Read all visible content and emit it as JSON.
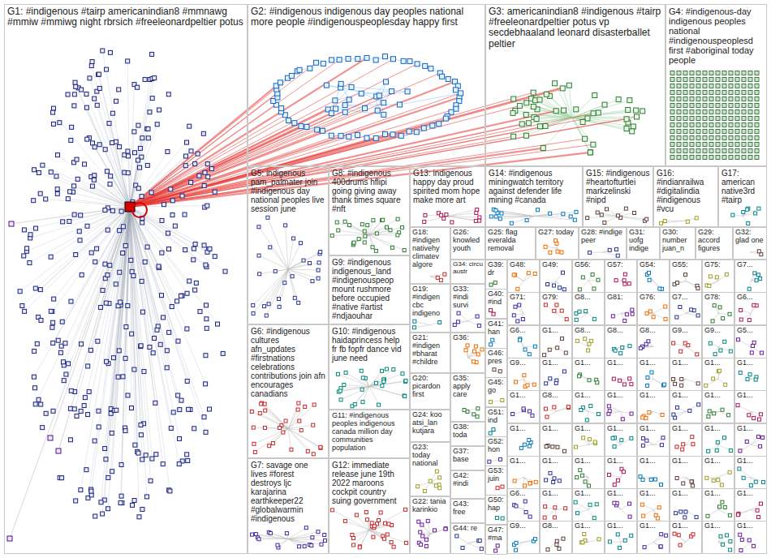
{
  "diagram": {
    "nodes": [
      {
        "text": [
          "G1: #indigenous #tairp americanindian8 #mmnawg #mmiw #mmiwg night rbrsich #freeleonardpeltier potus"
        ]
      },
      {
        "text": [
          "G2: #indigenous indigenous day peoples national more people #indigenouspeoplesday happy first"
        ]
      },
      {
        "text": [
          "G3: americanindian8 #indigenous #tairp #freeleonardpeltier potus vp secdebhaaland leonard disasterballet peltier"
        ]
      },
      {
        "text": [
          "G4: #indigenous-day indigenous peoples national #indigenouspeoplesd first #aboriginal today people"
        ]
      },
      {
        "text": [
          "G5: indigenous pam_palmater join #indigenous day national peoples live session june"
        ]
      },
      {
        "text": [
          "G8: #indigenous 400drums hflipi going giving away thank times square #nft"
        ]
      },
      {
        "text": [
          "G13: indigenous happy day proud spirited mom hope make more art"
        ]
      },
      {
        "text": [
          "G14: #indigenous miningwatch territory against defender life mining #canada"
        ]
      },
      {
        "text": [
          "G15: #indigenous #heartofturtlei markzelinski #nipd"
        ]
      },
      {
        "text": [
          "G16: #indianrailwa #digitalindia #indigenous #vcu"
        ]
      },
      {
        "text": [
          "G17: american native3rd #tairp"
        ]
      },
      {
        "text": [
          "G9: #indigenous indigenous_land #indigenouspeop mount rushmore before occupied #native #artist #ndjaouhar"
        ]
      },
      {
        "text": [
          "G18: #indigen nativehy climatev algore"
        ]
      },
      {
        "text": [
          "G26: knowled youth"
        ]
      },
      {
        "text": [
          "G25: flag everalda removal"
        ]
      },
      {
        "text": [
          "G27: today"
        ]
      },
      {
        "text": [
          "G28: #indige peer"
        ]
      },
      {
        "text": [
          "G31: uofg indige"
        ]
      },
      {
        "text": [
          "G30: number juan_n"
        ]
      },
      {
        "text": [
          "G29: accord figures"
        ]
      },
      {
        "text": [
          "G32: glad one"
        ]
      },
      {
        "text": [
          "G34: circu austr"
        ]
      },
      {
        "text": [
          "G19: #indigen cbc indigeno"
        ]
      },
      {
        "text": [
          "G33: #indi survi"
        ]
      },
      {
        "text": [
          "G6: #indigenous cultures afn_updates #firstnations celebrations contributions join afn encourages canadians"
        ]
      },
      {
        "text": [
          "G10: #indigenous haidaprincess help fr fb fopfr dance vid june need"
        ]
      },
      {
        "text": [
          "G21: #indigen #bharat #childre"
        ]
      },
      {
        "text": [
          "G36:"
        ]
      },
      {
        "text": [
          "G20: picardon first"
        ]
      },
      {
        "text": [
          "G35: apply care"
        ]
      },
      {
        "text": [
          "G11: #indigenous peoples indigenous canada million day communities population"
        ]
      },
      {
        "text": [
          "G24: koo atsi_lan kutjara"
        ]
      },
      {
        "text": [
          "G38: toda"
        ]
      },
      {
        "text": [
          "G23: today national"
        ]
      },
      {
        "text": [
          "G37: base"
        ]
      },
      {
        "text": [
          "G7: savage one lives #forest destroys ljc karajarina earthkeeper22 #globalwarmin #indigenous"
        ]
      },
      {
        "text": [
          "G12: immediate release june 19th 2022 maroons cockpit country suing government"
        ]
      },
      {
        "text": [
          "G42: #indi"
        ]
      },
      {
        "text": [
          "G22: tania karinkio"
        ]
      },
      {
        "text": [
          "G43: free"
        ]
      },
      {
        "text": [
          "G44: re"
        ]
      },
      {
        "text": [
          "G39: dr"
        ]
      },
      {
        "text": [
          "G40: #ind"
        ]
      },
      {
        "text": [
          "G41: han"
        ]
      },
      {
        "text": [
          "G46: pres"
        ]
      },
      {
        "text": [
          "G45: go"
        ]
      },
      {
        "text": [
          "G51: ind"
        ]
      },
      {
        "text": [
          "G52: hon"
        ]
      },
      {
        "text": [
          "G53: juin"
        ]
      },
      {
        "text": [
          "G50: hap"
        ]
      },
      {
        "text": [
          "G47: #ma"
        ]
      },
      {
        "text": [
          "G48:"
        ]
      },
      {
        "text": [
          "G49:"
        ]
      },
      {
        "text": [
          "G56:"
        ]
      },
      {
        "text": [
          "G57:"
        ]
      },
      {
        "text": [
          "G54:"
        ]
      },
      {
        "text": [
          "G55:"
        ]
      },
      {
        "text": [
          "G75:"
        ]
      },
      {
        "text": [
          "G7..."
        ]
      },
      {
        "text": [
          "G71:"
        ]
      },
      {
        "text": [
          "G79:"
        ]
      },
      {
        "text": [
          "G8..."
        ]
      },
      {
        "text": [
          "G81:"
        ]
      },
      {
        "text": [
          "G76:"
        ]
      },
      {
        "text": [
          "G7..."
        ]
      },
      {
        "text": [
          "G78:"
        ]
      },
      {
        "text": [
          "G6..."
        ]
      },
      {
        "text": [
          "G6..."
        ]
      },
      {
        "text": [
          "G1..."
        ]
      },
      {
        "text": [
          "G8..."
        ]
      },
      {
        "text": [
          "G8..."
        ]
      },
      {
        "text": [
          "G8..."
        ]
      },
      {
        "text": [
          "G9..."
        ]
      },
      {
        "text": [
          "G9..."
        ]
      },
      {
        "text": [
          "G5..."
        ]
      },
      {
        "text": [
          "G9..."
        ]
      },
      {
        "text": [
          "G1..."
        ]
      },
      {
        "text": [
          "G1..."
        ]
      },
      {
        "text": [
          "G1..."
        ]
      },
      {
        "text": [
          "G1..."
        ]
      },
      {
        "text": [
          "G1..."
        ]
      },
      {
        "text": [
          "G1..."
        ]
      },
      {
        "text": [
          "G1..."
        ]
      },
      {
        "text": [
          "G1..."
        ]
      },
      {
        "text": [
          "G8..."
        ]
      },
      {
        "text": [
          "G1..."
        ]
      },
      {
        "text": [
          "G1..."
        ]
      },
      {
        "text": [
          "G1..."
        ]
      },
      {
        "text": [
          "G1..."
        ]
      },
      {
        "text": [
          "G1..."
        ]
      },
      {
        "text": [
          "G1..."
        ]
      },
      {
        "text": [
          "G1..."
        ]
      },
      {
        "text": [
          "G1..."
        ]
      },
      {
        "text": [
          "G1..."
        ]
      },
      {
        "text": [
          "G1..."
        ]
      },
      {
        "text": [
          "G1..."
        ]
      },
      {
        "text": [
          "G1..."
        ]
      },
      {
        "text": [
          "G1..."
        ]
      },
      {
        "text": [
          "G1..."
        ]
      },
      {
        "text": [
          "G1..."
        ]
      },
      {
        "text": [
          "G1..."
        ]
      },
      {
        "text": [
          "G1..."
        ]
      },
      {
        "text": [
          "G1..."
        ]
      },
      {
        "text": [
          "G1..."
        ]
      },
      {
        "text": [
          "G1..."
        ]
      },
      {
        "text": [
          "G1..."
        ]
      },
      {
        "text": [
          "G1..."
        ]
      },
      {
        "text": [
          "G6..."
        ]
      },
      {
        "text": [
          "G1..."
        ]
      },
      {
        "text": [
          "G1..."
        ]
      },
      {
        "text": [
          "G1..."
        ]
      },
      {
        "text": [
          "G1..."
        ]
      },
      {
        "text": [
          "G1..."
        ]
      },
      {
        "text": [
          "G1..."
        ]
      },
      {
        "text": [
          "G1..."
        ]
      },
      {
        "text": [
          "G9..."
        ]
      },
      {
        "text": [
          "G8..."
        ]
      },
      {
        "text": [
          "G1..."
        ]
      },
      {
        "text": [
          "G1..."
        ]
      },
      {
        "text": [
          "G1..."
        ]
      },
      {
        "text": [
          "G1..."
        ]
      },
      {
        "text": [
          "G1..."
        ]
      },
      {
        "text": [
          "G1..."
        ]
      }
    ]
  }
}
